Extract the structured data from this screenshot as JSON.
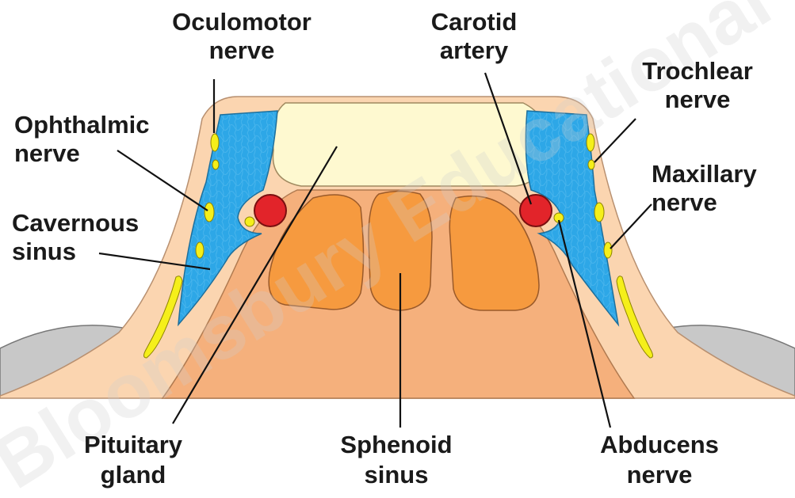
{
  "labels": {
    "oculomotor": [
      "Oculomotor",
      "nerve"
    ],
    "carotid": [
      "Carotid",
      "artery"
    ],
    "trochlear": [
      "Trochlear",
      "nerve"
    ],
    "ophthalmic": [
      "Ophthalmic",
      "nerve"
    ],
    "maxillary": [
      "Maxillary",
      "nerve"
    ],
    "cavernous": [
      "Cavernous",
      "sinus"
    ],
    "pituitary": [
      "Pituitary",
      "gland"
    ],
    "sphenoid": [
      "Sphenoid",
      "sinus"
    ],
    "abducens": [
      "Abducens",
      "nerve"
    ]
  },
  "watermark": "Bloomsbury Educational Ltd",
  "colors": {
    "tissue": "#fbd5b0",
    "bone": "#f5b07c",
    "sinus_cell": "#f69a3f",
    "gland": "#fef9d0",
    "blood": "#2da7e7",
    "nerve": "#f5ef1a",
    "artery": "#e2242a",
    "temporal": "#c8c8c8",
    "outline": "#9a7a5c"
  }
}
